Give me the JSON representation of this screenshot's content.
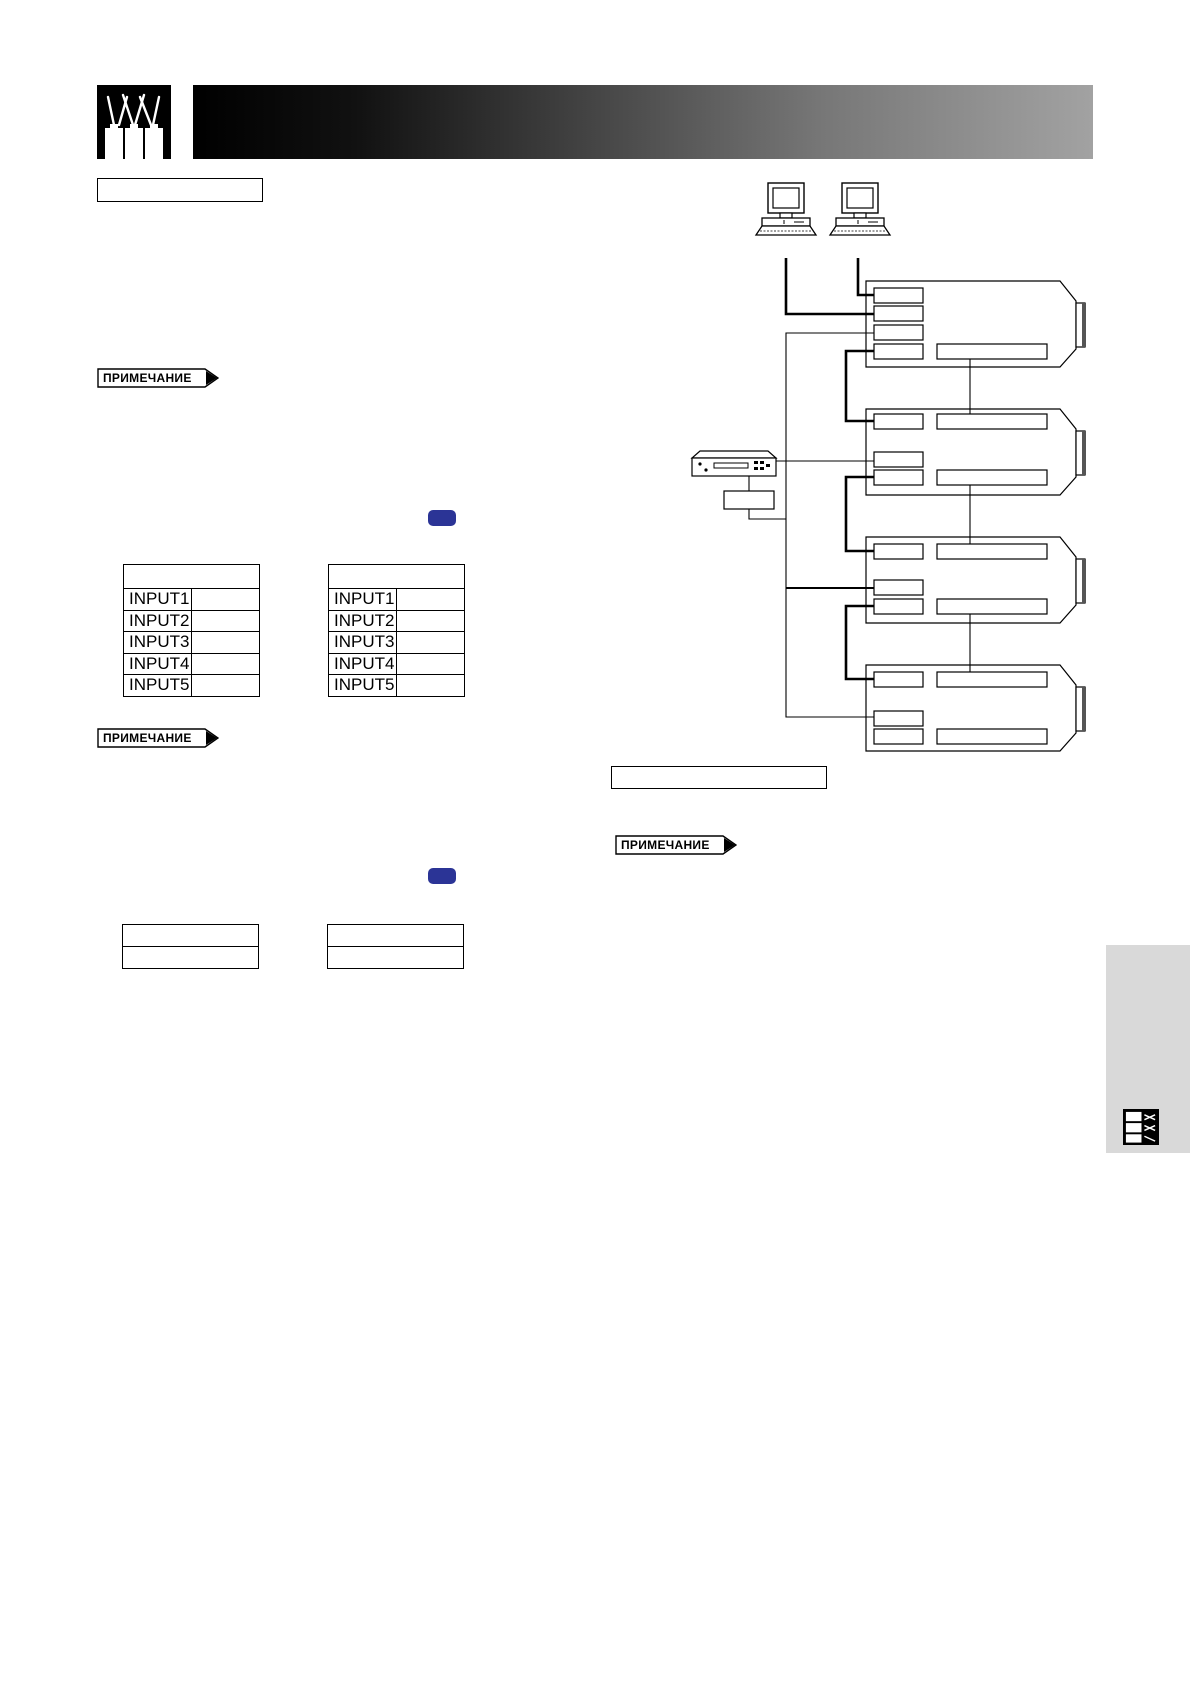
{
  "header": {
    "logo_icon": "multi-projector-icon",
    "title": "",
    "bar_gradient": [
      "#000000",
      "#a2a2a2"
    ]
  },
  "notes": {
    "label": "ПРИМЕЧАНИЕ"
  },
  "left_table": {
    "header": "",
    "rows": [
      {
        "label": "INPUT1",
        "value": ""
      },
      {
        "label": "INPUT2",
        "value": ""
      },
      {
        "label": "INPUT3",
        "value": ""
      },
      {
        "label": "INPUT4",
        "value": ""
      },
      {
        "label": "INPUT5",
        "value": ""
      }
    ]
  },
  "right_table": {
    "header": "",
    "rows": [
      {
        "label": "INPUT1",
        "value": ""
      },
      {
        "label": "INPUT2",
        "value": ""
      },
      {
        "label": "INPUT3",
        "value": ""
      },
      {
        "label": "INPUT4",
        "value": ""
      },
      {
        "label": "INPUT5",
        "value": ""
      }
    ]
  },
  "diagram": {
    "computers": 2,
    "projectors": 4,
    "vcr_icon": "vcr-icon",
    "computer_icon": "computer-icon",
    "projector_icon": "projector-icon"
  },
  "colors": {
    "accent_button": "#2b3496",
    "side_tab": "#d9d9d9"
  },
  "side_tab": {
    "icon": "multi-projector-icon"
  }
}
